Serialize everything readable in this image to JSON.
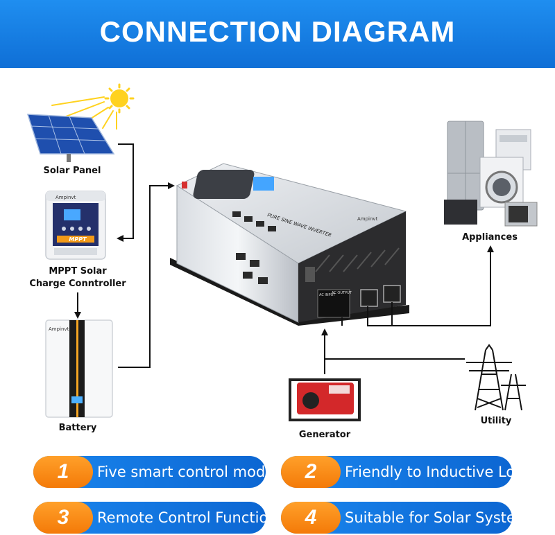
{
  "header": {
    "title": "CONNECTION DIAGRAM"
  },
  "components": {
    "solar_panel": "Solar Panel",
    "controller_line1": "MPPT Solar",
    "controller_line2": "Charge Conntroller",
    "battery": "Battery",
    "generator": "Generator",
    "utility": "Utility",
    "appliances": "Appliances"
  },
  "device_text": {
    "controller_brand": "Ampinvt",
    "controller_mppt": "MPPT",
    "battery_brand": "Ampinvt",
    "inverter_brand": "Ampinvt",
    "inverter_model": "PURE SINE WAVE INVERTER",
    "ac_input": "AC INPUT",
    "ac_output": "AC OUTPUT"
  },
  "features": [
    {
      "num": "1",
      "text": "Five smart control mode"
    },
    {
      "num": "2",
      "text": "Friendly to Inductive Loads"
    },
    {
      "num": "3",
      "text": "Remote Control Function"
    },
    {
      "num": "4",
      "text": "Suitable for Solar System"
    }
  ],
  "colors": {
    "header_blue": "#1281e8",
    "badge_orange": "#f88a12",
    "pill_blue": "#1478e0"
  }
}
